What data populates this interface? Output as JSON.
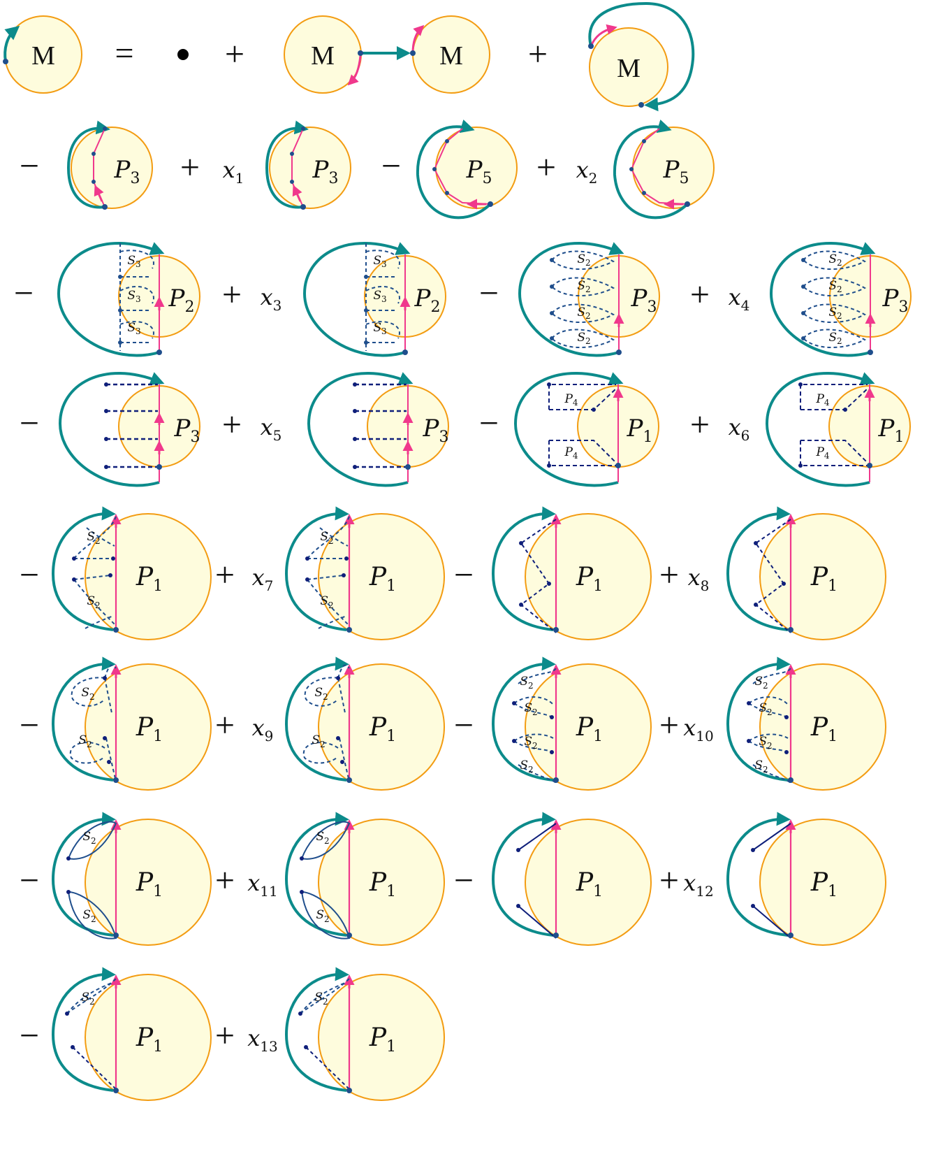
{
  "colors": {
    "fill": "#fefcdd",
    "outline": "#f39c12",
    "teal": "#0c8b8b",
    "pink": "#f0388c",
    "navy": "#0f1f7a",
    "dash": "#1f4e8c",
    "text": "#111111"
  },
  "labels": {
    "M": "M",
    "P": "P",
    "S": "S"
  },
  "equation": {
    "row1": [
      {
        "op": "="
      },
      {
        "op": "+"
      },
      {
        "op": "+"
      }
    ],
    "row2": [
      {
        "op": "−",
        "coef": "",
        "sub": "3"
      },
      {
        "op": "+",
        "coef": "x",
        "cs": "1",
        "sub": "3"
      },
      {
        "op": "−",
        "coef": "",
        "sub": "5"
      },
      {
        "op": "+",
        "coef": "x",
        "cs": "2",
        "sub": "5"
      }
    ],
    "row3": [
      {
        "op": "−",
        "sub": "2",
        "inner": "3"
      },
      {
        "op": "+",
        "coef": "x",
        "cs": "3",
        "sub": "2",
        "inner": "3"
      },
      {
        "op": "−",
        "sub": "3",
        "inner": "2"
      },
      {
        "op": "+",
        "coef": "x",
        "cs": "4",
        "sub": "3",
        "inner": "2"
      }
    ],
    "row4": [
      {
        "op": "−",
        "sub": "3"
      },
      {
        "op": "+",
        "coef": "x",
        "cs": "5",
        "sub": "3"
      },
      {
        "op": "−",
        "sub": "1",
        "inner": "4"
      },
      {
        "op": "+",
        "coef": "x",
        "cs": "6",
        "sub": "1",
        "inner": "4"
      }
    ],
    "rows_rest": [
      {
        "row": 5,
        "terms": [
          {
            "op": "−",
            "sub": "1",
            "inner": "2"
          },
          {
            "op": "+",
            "coef": "x",
            "cs": "7",
            "sub": "1",
            "inner": "2"
          },
          {
            "op": "−",
            "sub": "1"
          },
          {
            "op": "+",
            "coef": "x",
            "cs": "8",
            "sub": "1"
          }
        ]
      },
      {
        "row": 6,
        "terms": [
          {
            "op": "−",
            "sub": "1",
            "inner": "2"
          },
          {
            "op": "+",
            "coef": "x",
            "cs": "9",
            "sub": "1",
            "inner": "2"
          },
          {
            "op": "−",
            "sub": "1",
            "inner": "2"
          },
          {
            "op": "+",
            "coef": "x",
            "cs": "10",
            "sub": "1",
            "inner": "2"
          }
        ]
      },
      {
        "row": 7,
        "terms": [
          {
            "op": "−",
            "sub": "1",
            "inner": "2"
          },
          {
            "op": "+",
            "coef": "x",
            "cs": "11",
            "sub": "1",
            "inner": "2"
          },
          {
            "op": "−",
            "sub": "1"
          },
          {
            "op": "+",
            "coef": "x",
            "cs": "12",
            "sub": "1"
          }
        ]
      },
      {
        "row": 8,
        "terms": [
          {
            "op": "−",
            "sub": "1",
            "inner": "2"
          },
          {
            "op": "+",
            "coef": "x",
            "cs": "13",
            "sub": "1",
            "inner": "2"
          }
        ]
      }
    ]
  }
}
